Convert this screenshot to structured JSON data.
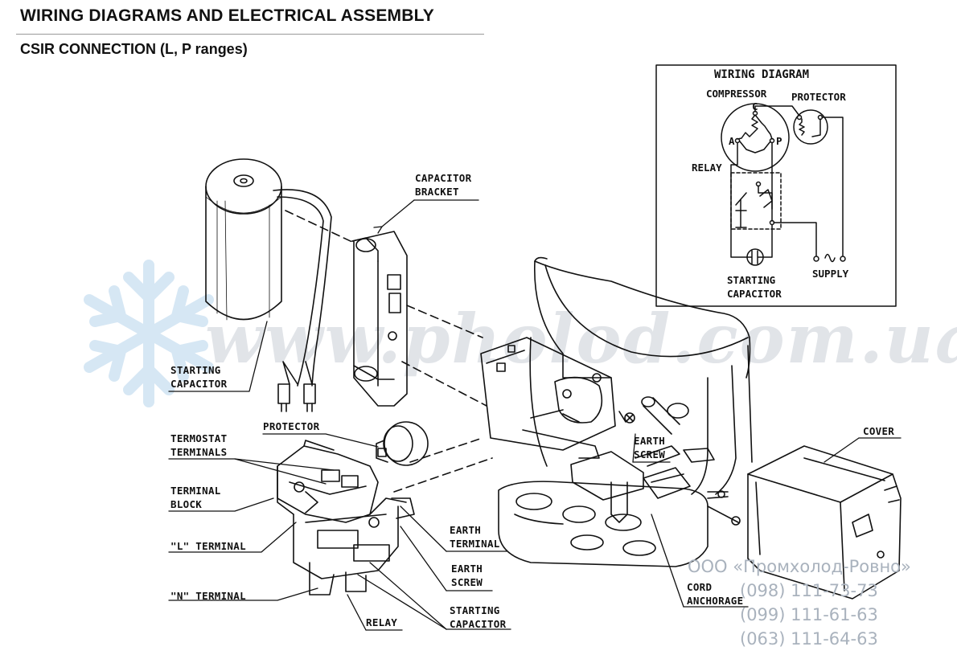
{
  "header": {
    "title": "WIRING DIAGRAMS AND ELECTRICAL ASSEMBLY",
    "subtitle": "CSIR CONNECTION (L, P ranges)"
  },
  "labels": {
    "capacitor_bracket": "CAPACITOR\nBRACKET",
    "starting_capacitor_top": "STARTING\nCAPACITOR",
    "protector": "PROTECTOR",
    "termostat_terminals": "TERMOSTAT\nTERMINALS",
    "terminal_block": "TERMINAL\nBLOCK",
    "l_terminal": "\"L\" TERMINAL",
    "n_terminal": "\"N\" TERMINAL",
    "relay": "RELAY",
    "earth_terminal": "EARTH\nTERMINAL",
    "earth_screw_lower": "EARTH\nSCREW",
    "starting_capacitor_bottom": "STARTING\nCAPACITOR",
    "earth_screw_upper": "EARTH\nSCREW",
    "cover": "COVER",
    "cord_anchorage": "CORD\nANCHORAGE"
  },
  "wiring_diagram": {
    "title": "WIRING DIAGRAM",
    "compressor": "COMPRESSOR",
    "protector": "PROTECTOR",
    "relay": "RELAY",
    "starting_capacitor": "STARTING\nCAPACITOR",
    "supply": "SUPPLY",
    "terminal_c": "C",
    "terminal_a": "A",
    "terminal_p": "P"
  },
  "watermark": {
    "site": "www.pholod.com.ua",
    "company": "ООО «Промхолод-Ровно»",
    "phones": [
      "(098) 111-73-73",
      "(099) 111-61-63",
      "(063) 111-64-63"
    ]
  }
}
